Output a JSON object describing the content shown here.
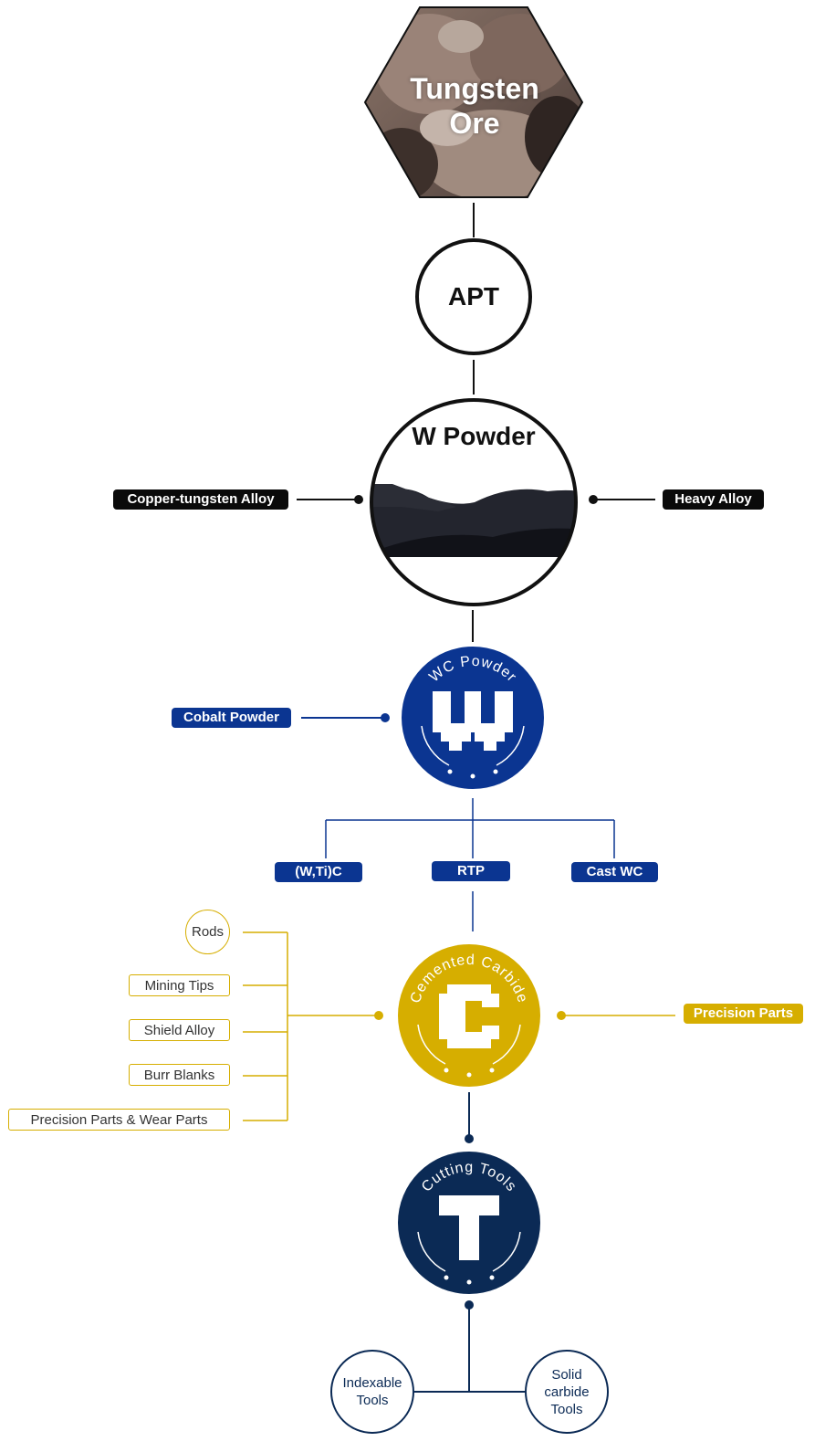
{
  "nodes": {
    "ore": "Tungsten Ore",
    "apt": "APT",
    "w_powder": "W Powder",
    "wc_powder": "WC Powder",
    "cemented_carbide": "Cemented Carbide",
    "cutting_tools": "Cutting Tools"
  },
  "side_labels": {
    "copper_tungsten": "Copper-tungsten Alloy",
    "heavy_alloy": "Heavy Alloy",
    "cobalt_powder": "Cobalt Powder",
    "wti_c": "(W,Ti)C",
    "rtp": "RTP",
    "cast_wc": "Cast WC",
    "precision_parts": "Precision Parts"
  },
  "carbide_products": [
    "Rods",
    "Mining Tips",
    "Shield Alloy",
    "Burr Blanks",
    "Precision Parts & Wear Parts"
  ],
  "tool_types": [
    "Indexable Tools",
    "Solid carbide Tools"
  ],
  "icons": {
    "wc_powder": "W-letter-icon",
    "cemented_carbide": "C-letter-icon",
    "cutting_tools": "T-letter-icon"
  },
  "colors": {
    "blue": "#0b3591",
    "gold": "#d6ae00",
    "navy": "#0b2a55",
    "black": "#0a0a0a"
  }
}
